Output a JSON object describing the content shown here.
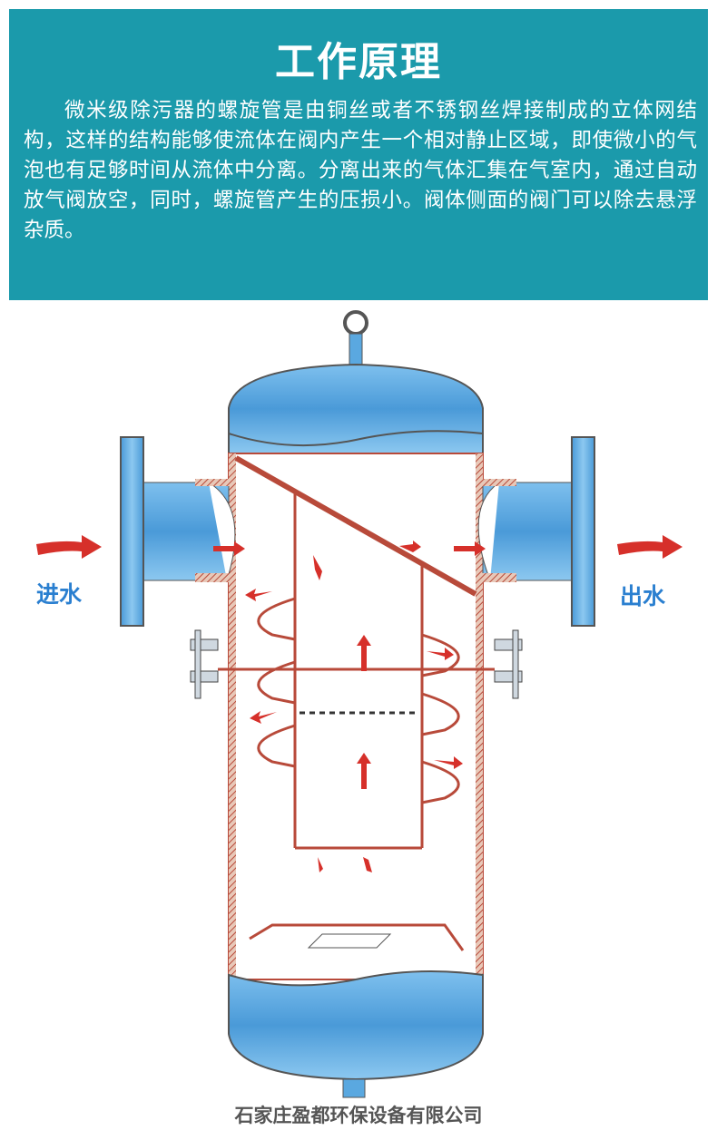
{
  "header": {
    "title": "工作原理",
    "paragraph": "微米级除污器的螺旋管是由铜丝或者不锈钢丝焊接制成的立体网结构，这样的结构能够使流体在阀内产生一个相对静止区域，即使微小的气泡也有足够时间从流体中分离。分离出来的气体汇集在气室内，通过自动放气阀放空，同时，螺旋管产生的压损小。阀体侧面的阀门可以除去悬浮杂质。"
  },
  "diagram": {
    "inlet_label": "进水",
    "outlet_label": "出水",
    "colors": {
      "header_bg": "#1b9aab",
      "water": "#5aa8e0",
      "wall": "#b84a3a",
      "arrow": "#d6302a",
      "label": "#2a7fd0"
    }
  },
  "footer": {
    "company": "石家庄盈都环保设备有限公司"
  }
}
